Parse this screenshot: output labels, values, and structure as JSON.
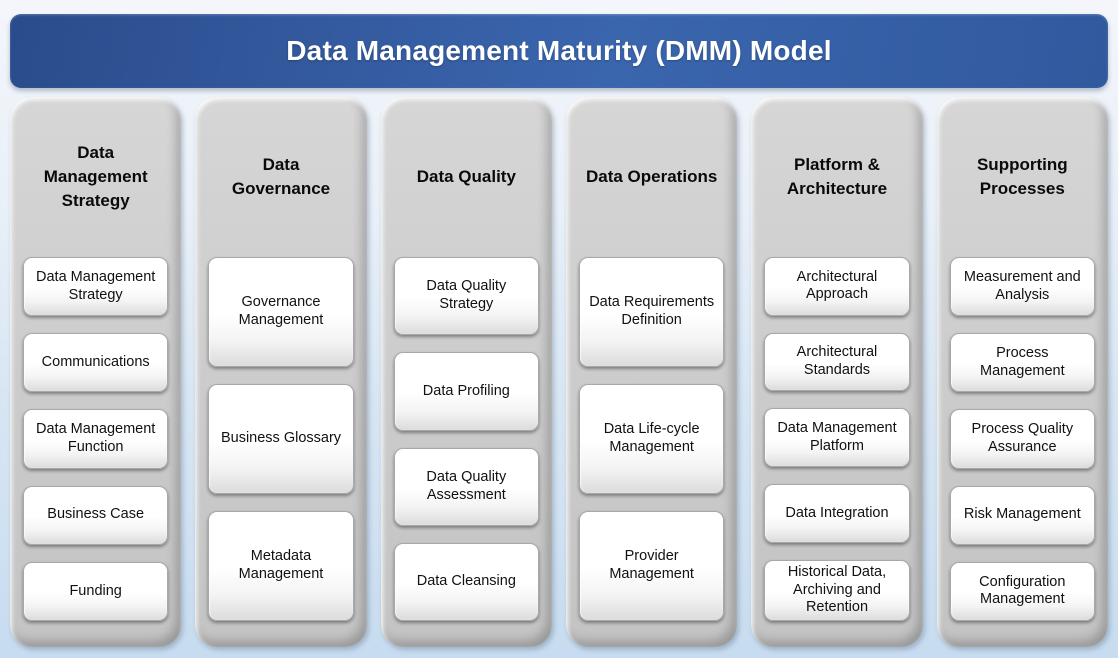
{
  "title": "Data Management Maturity (DMM) Model",
  "colors": {
    "title_bar_blue": "#33599E",
    "column_gray": "#C9C9C9",
    "box_white": "#FFFFFF",
    "background_top": "#F2F5FB",
    "background_bottom": "#C7DCF0",
    "heading_text": "#0A0A0A",
    "title_text": "#FFFFFF"
  },
  "columns": [
    {
      "header": "Data\nManagement\nStrategy",
      "items": [
        "Data Management Strategy",
        "Communications",
        "Data Management Function",
        "Business Case",
        "Funding"
      ]
    },
    {
      "header": "Data\nGovernance",
      "items": [
        "Governance Management",
        "Business Glossary",
        "Metadata Management"
      ]
    },
    {
      "header": "Data Quality",
      "items": [
        "Data Quality Strategy",
        "Data Profiling",
        "Data Quality Assessment",
        "Data Cleansing"
      ]
    },
    {
      "header": "Data Operations",
      "items": [
        "Data Requirements Definition",
        "Data Life-cycle Management",
        "Provider Management"
      ]
    },
    {
      "header": "Platform &\nArchitecture",
      "items": [
        "Architectural Approach",
        "Architectural Standards",
        "Data Management Platform",
        "Data Integration",
        "Historical Data, Archiving and Retention"
      ]
    },
    {
      "header": "Supporting\nProcesses",
      "items": [
        "Measurement and Analysis",
        "Process Management",
        "Process Quality Assurance",
        "Risk Management",
        "Configuration Management"
      ]
    }
  ]
}
